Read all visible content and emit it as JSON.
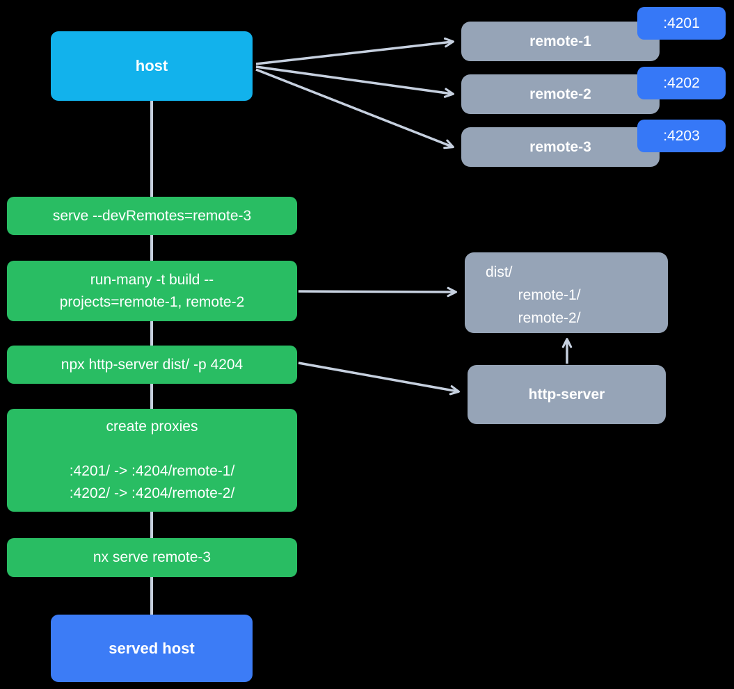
{
  "colors": {
    "background": "#000000",
    "host_box": "#12b2ec",
    "served_host_box": "#3c7cf6",
    "port_badge": "#3678f7",
    "remote_box": "#96a4b7",
    "command_box": "#29bd63",
    "arrow": "#c6d0df",
    "text": "#ffffff"
  },
  "nodes": {
    "host": {
      "label": "host"
    },
    "remotes": [
      {
        "label": "remote-1",
        "port": ":4201"
      },
      {
        "label": "remote-2",
        "port": ":4202"
      },
      {
        "label": "remote-3",
        "port": ":4203"
      }
    ],
    "commands": [
      {
        "text": "serve --devRemotes=remote-3"
      },
      {
        "text": "run-many -t build --\nprojects=remote-1, remote-2"
      },
      {
        "text": "npx http-server dist/ -p 4204"
      },
      {
        "text": "create proxies\n\n:4201/ -> :4204/remote-1/\n:4202/ -> :4204/remote-2/"
      },
      {
        "text": "nx serve remote-3"
      }
    ],
    "dist": {
      "text": "dist/\n        remote-1/\n        remote-2/"
    },
    "http_server": {
      "label": "http-server"
    },
    "served_host": {
      "label": "served host"
    }
  }
}
